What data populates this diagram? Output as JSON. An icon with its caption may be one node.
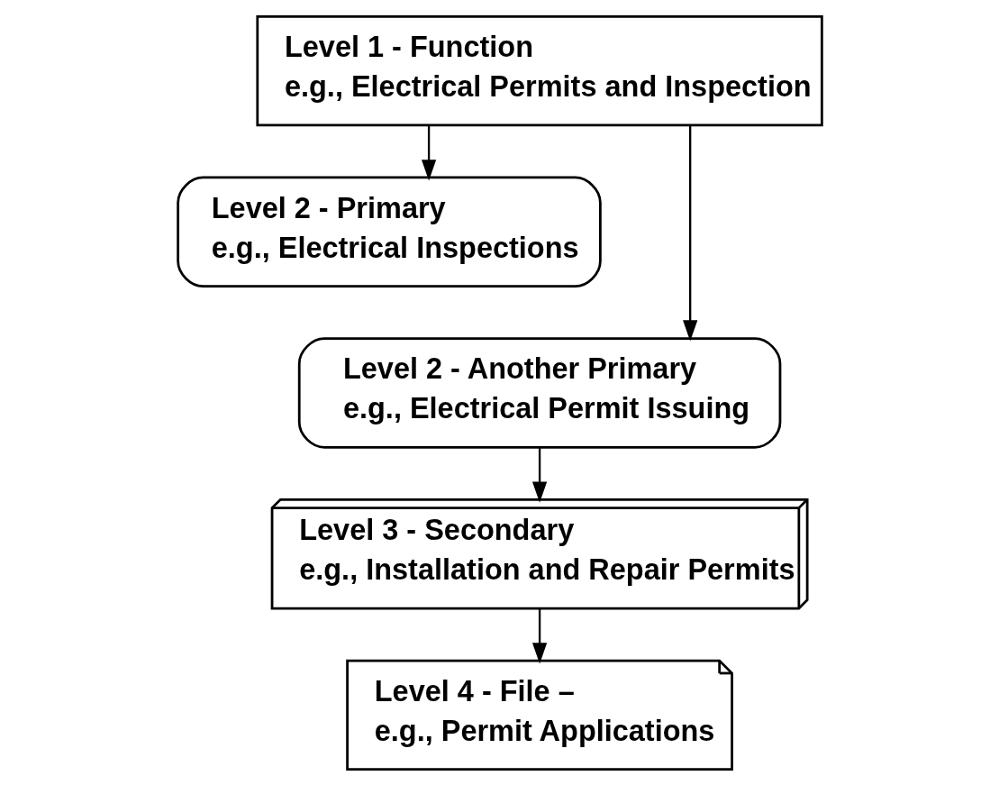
{
  "diagram": {
    "nodes": [
      {
        "text": [
          "Level 1 - Function",
          "e.g., Electrical Permits and Inspection"
        ]
      },
      {
        "text": [
          "Level 2 - Primary",
          "e.g., Electrical Inspections"
        ]
      },
      {
        "text": [
          "Level 2 - Another Primary",
          "e.g., Electrical Permit Issuing"
        ]
      },
      {
        "text": [
          "Level 3 - Secondary",
          "e.g., Installation and Repair Permits"
        ]
      },
      {
        "text": [
          "Level 4 - File –",
          "e.g., Permit Applications"
        ]
      }
    ],
    "edges": [
      {
        "from": 0,
        "to": 1,
        "arrow": "to"
      },
      {
        "from": 0,
        "to": 2,
        "arrow": "to"
      },
      {
        "from": 2,
        "to": 3,
        "arrow": "to"
      },
      {
        "from": 3,
        "to": 4,
        "arrow": "to"
      }
    ]
  }
}
